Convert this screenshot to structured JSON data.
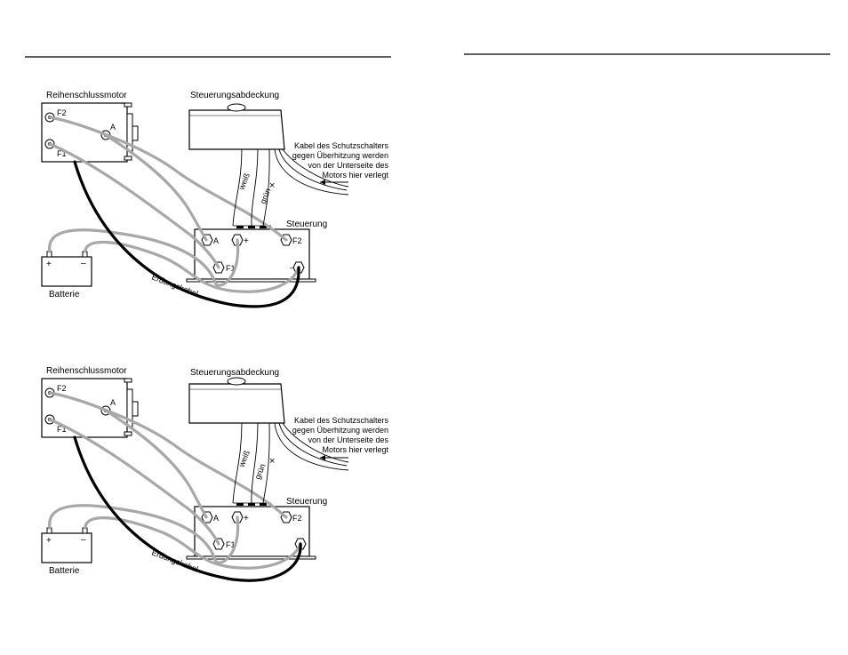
{
  "diagrams": [
    {
      "id": "top",
      "motor_label": "Reihenschlussmotor",
      "cover_label": "Steuerungsabdeckung",
      "controller_label": "Steuerung",
      "battery_label": "Batterie",
      "ground_cable_label": "Erdungskabel",
      "wire_white_label": "weiß",
      "wire_green_label": "grün",
      "note_lines": [
        "Kabel des Schutzschalters",
        "gegen Überhitzung werden",
        "von der Unterseite des",
        "Motors hier verlegt"
      ],
      "motor_terminals": {
        "f2": "F2",
        "a": "A",
        "f1": "F1"
      },
      "controller_terminals": {
        "a": "A",
        "plus": "+",
        "f2": "F2",
        "f1": "F1",
        "minus": "–"
      },
      "battery_terminals": {
        "plus": "+",
        "minus": "–"
      }
    },
    {
      "id": "bottom",
      "motor_label": "Reihenschlussmotor",
      "cover_label": "Steuerungsabdeckung",
      "controller_label": "Steuerung",
      "battery_label": "Batterie",
      "ground_cable_label": "Erdungskabel",
      "wire_white_label": "weiß",
      "wire_green_label": "grün",
      "note_lines": [
        "Kabel des Schutzschalters",
        "gegen Überhitzung werden",
        "von der Unterseite des",
        "Motors hier verlegt"
      ],
      "motor_terminals": {
        "f2": "F2",
        "a": "A",
        "f1": "F1"
      },
      "controller_terminals": {
        "a": "A",
        "plus": "+",
        "f2": "F2",
        "f1": "F1",
        "minus": ""
      },
      "battery_terminals": {
        "plus": "+",
        "minus": "–"
      }
    }
  ],
  "colors": {
    "cable_gray": "#a8a8a8",
    "ground_black": "#000000",
    "outline": "#000000"
  }
}
